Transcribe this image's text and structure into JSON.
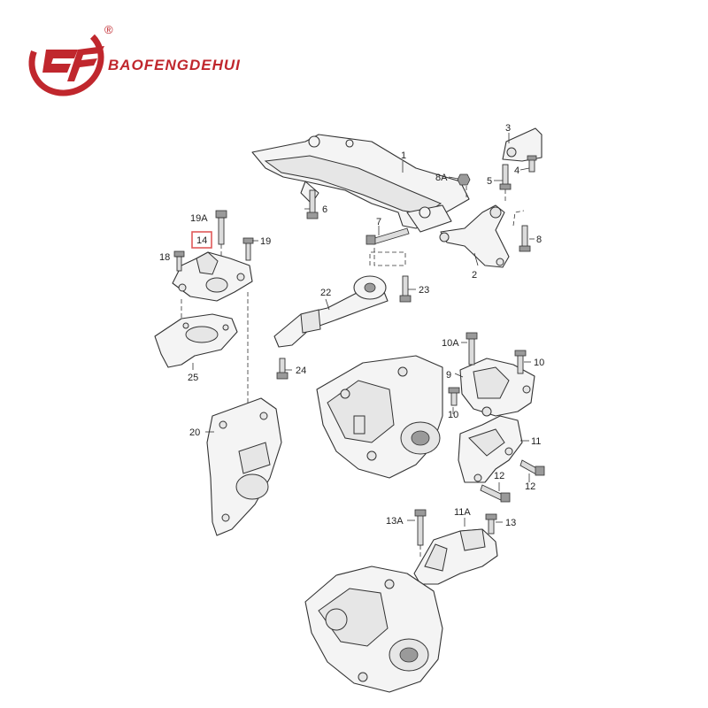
{
  "brand": {
    "name": "BAOFENGDEHUI",
    "registered_mark": "®",
    "logo_letters": "BF",
    "colors": {
      "primary": "#c0272d",
      "highlight_box": "#e05a5a"
    }
  },
  "diagram": {
    "highlighted_part": "14",
    "callouts": {
      "c1": "1",
      "c2": "2",
      "c3": "3",
      "c4": "4",
      "c5": "5",
      "c6": "6",
      "c7": "7",
      "c8": "8",
      "c8a": "8A",
      "c9": "9",
      "c10a": "10A",
      "c10_top": "10",
      "c10_mid": "10",
      "c11": "11",
      "c11a": "11A",
      "c12a": "12",
      "c12b": "12",
      "c13": "13",
      "c13a": "13A",
      "c14": "14",
      "c18": "18",
      "c19": "19",
      "c19a": "19A",
      "c20": "20",
      "c22": "22",
      "c23": "23",
      "c24": "24",
      "c25": "25"
    }
  }
}
